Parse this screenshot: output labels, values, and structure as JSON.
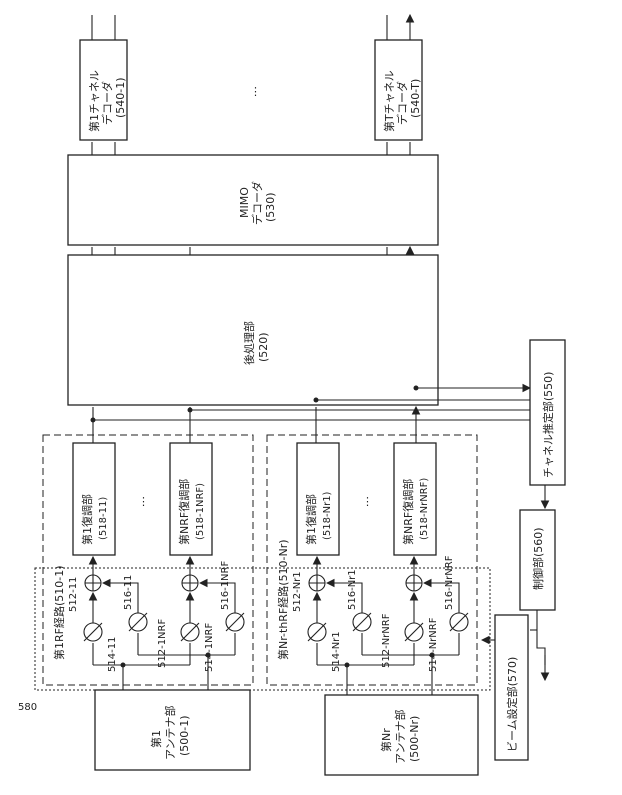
{
  "antennas": [
    {
      "line1": "第1",
      "line2": "アンテナ部",
      "line3": "(500-1)"
    },
    {
      "line1": "第Nr",
      "line2": "アンテナ部",
      "line3": "(500-Nr)"
    }
  ],
  "rf_paths": [
    {
      "label": "第1RF経路(510-1)",
      "demods": [
        {
          "line1": "第1復調部",
          "line2": "(518-11)",
          "adder": "516-11"
        },
        {
          "line1": "第NRF復調部",
          "line2": "(518-1NRF)",
          "adder": "516-1NRF"
        }
      ],
      "shifters": [
        "512-11",
        "514-11",
        "512-1NRF",
        "514-1NRF"
      ]
    },
    {
      "label": "第Nr-thRF経路(510-Nr)",
      "demods": [
        {
          "line1": "第1復調部",
          "line2": "(518-Nr1)",
          "adder": "516-Nr1"
        },
        {
          "line1": "第NRF復調部",
          "line2": "(518-NrNRF)",
          "adder": "516-NrNRF"
        }
      ],
      "shifters": [
        "512-Nr1",
        "514-Nr1",
        "512-NrNRF",
        "514-NrNRF"
      ]
    }
  ],
  "group_label": "580",
  "post": {
    "line1": "後処理部",
    "line2": "(520)"
  },
  "mimo": {
    "line1": "MIMO",
    "line2": "デコーダ",
    "line3": "(530)"
  },
  "decoders": [
    {
      "line1": "第1チャネル",
      "line2": "デコーダ",
      "line3": "(540-1)"
    },
    {
      "line1": "第Tチャネル",
      "line2": "デコーダ",
      "line3": "(540-T)"
    }
  ],
  "channel_est": "チャネル推定部(550)",
  "control": "制御部(560)",
  "beam": "ビーム設定部(570)",
  "ellipsis": "⋮"
}
